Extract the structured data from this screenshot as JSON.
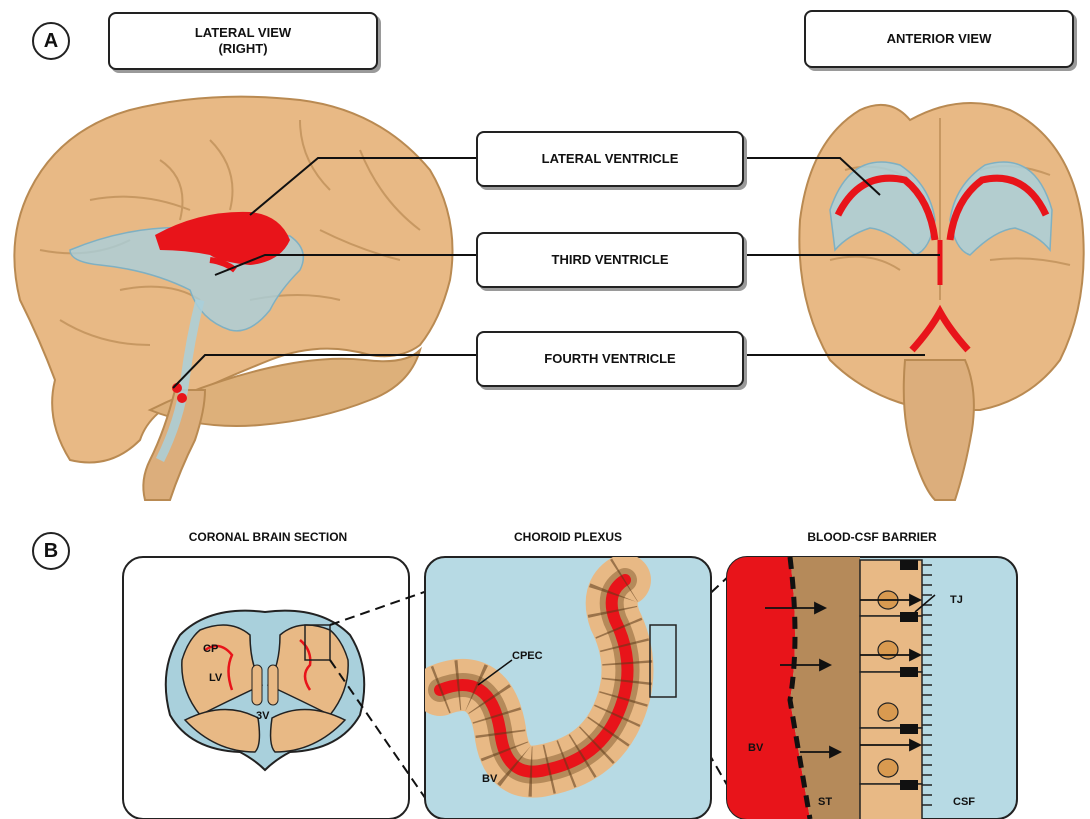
{
  "panel_a": {
    "letter": "A",
    "lateral_view_line1": "LATERAL VIEW",
    "lateral_view_line2": "(RIGHT)",
    "anterior_view": "ANTERIOR VIEW",
    "ventricles": [
      "LATERAL VENTRICLE",
      "THIRD VENTRICLE",
      "FOURTH VENTRICLE"
    ]
  },
  "panel_b": {
    "letter": "B",
    "sections": [
      "CORONAL BRAIN SECTION",
      "CHOROID PLEXUS",
      "BLOOD-CSF BARRIER"
    ],
    "coronal_labels": {
      "cp": "CP",
      "lv": "LV",
      "v3": "3V"
    },
    "plexus_labels": {
      "cpec": "CPEC",
      "bv": "BV"
    },
    "barrier_labels": {
      "tj": "TJ",
      "bv": "BV",
      "st": "ST",
      "csf": "CSF"
    }
  },
  "colors": {
    "brain": "#e8b985",
    "brain_outline": "#b98a52",
    "ventricle": "#a9d0dc",
    "plexus_red": "#e8141a",
    "stroma": "#b58a5a",
    "csf_blue": "#b7dae4"
  }
}
